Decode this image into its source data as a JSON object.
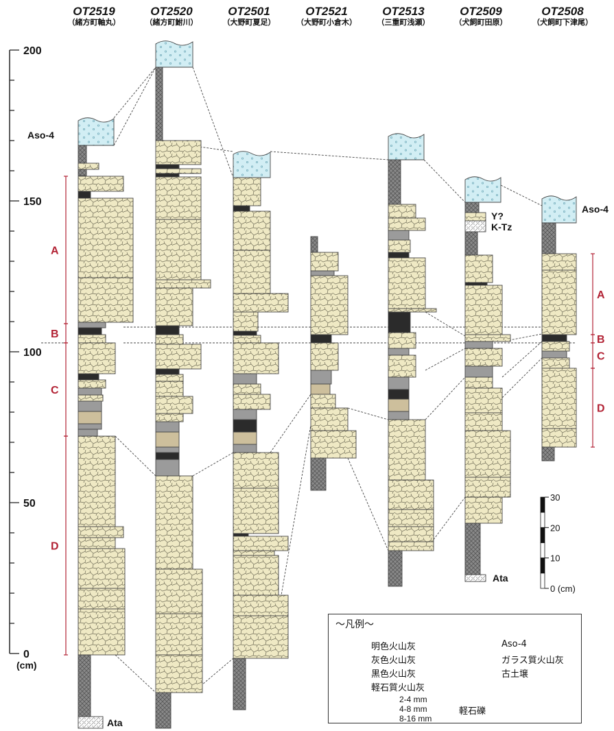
{
  "scale": {
    "unit_label": "(cm)",
    "ticks": [
      {
        "value": 200,
        "label": "200"
      },
      {
        "value": 150,
        "label": "150"
      },
      {
        "value": 100,
        "label": "100"
      },
      {
        "value": 50,
        "label": "50"
      },
      {
        "value": 0,
        "label": "0"
      }
    ]
  },
  "columns": [
    {
      "id": "OT2519",
      "location": "（緒方町軸丸）"
    },
    {
      "id": "OT2520",
      "location": "（緒方町鮒川）"
    },
    {
      "id": "OT2501",
      "location": "（大野町夏足）"
    },
    {
      "id": "OT2521",
      "location": "（大野町小倉木）"
    },
    {
      "id": "OT2513",
      "location": "（三重町浅瀬）"
    },
    {
      "id": "OT2509",
      "location": "（犬飼町田原）"
    },
    {
      "id": "OT2508",
      "location": "（犬飼町下津尾）"
    }
  ],
  "units": [
    "A",
    "B",
    "C",
    "D"
  ],
  "tephra_labels": {
    "aso4_left": "Aso-4",
    "aso4_right": "Aso-4",
    "ata_left": "Ata",
    "ata_right": "Ata",
    "y_question": "Y?",
    "ktz": "K-Tz"
  },
  "mini_scale": {
    "labels": [
      "30",
      "20",
      "10",
      "0 (cm)"
    ]
  },
  "legend": {
    "title": "～凡例～",
    "items": [
      {
        "key": "light",
        "label": "明色火山灰"
      },
      {
        "key": "gray",
        "label": "灰色火山灰"
      },
      {
        "key": "black",
        "label": "黒色火山灰"
      },
      {
        "key": "pumice_ash",
        "label": "軽石質火山灰"
      },
      {
        "key": "aso4",
        "label": "Aso-4"
      },
      {
        "key": "glassy",
        "label": "ガラス質火山灰"
      },
      {
        "key": "paleosol",
        "label": "古土壌"
      }
    ],
    "grain_sizes": [
      "2-4 mm",
      "4-8 mm",
      "8-16 mm"
    ],
    "grain_label": "軽石礫"
  },
  "colors": {
    "pumice": "#efe9c4",
    "gray_ash": "#9b9b9b",
    "light_ash": "#cdbf9c",
    "black_ash": "#2b2b2b",
    "aso4": "#d2eef4",
    "paleosol": "#7d7d7d",
    "unit_accent": "#b22234"
  }
}
